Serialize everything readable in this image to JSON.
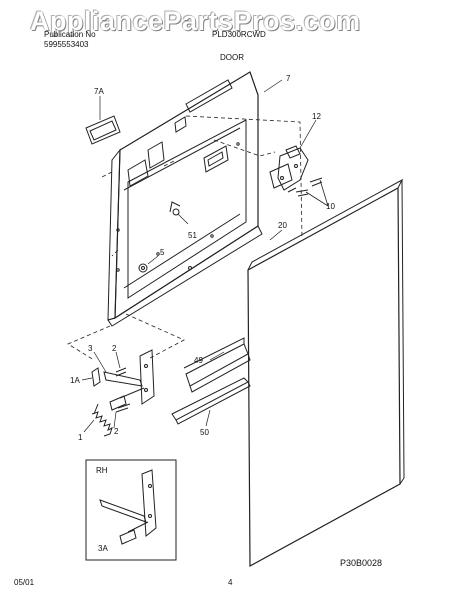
{
  "watermark": "AppliancePartsPros.com",
  "header": {
    "publication_label": "Publication No",
    "publication_number": "5995553403",
    "model": "PLD300RCWD",
    "section": "DOOR"
  },
  "callouts": {
    "p7": "7",
    "p7a": "7A",
    "p12": "12",
    "p10": "10",
    "p51": "51",
    "p20": "20",
    "p5": "5",
    "p49": "49",
    "p3": "3",
    "p2a": "2",
    "p1a": "1A",
    "p2b": "2",
    "p1": "1",
    "p50": "50",
    "inset_rh": "RH",
    "inset_3a": "3A"
  },
  "footer": {
    "date": "05/01",
    "page": "4",
    "diagram_code": "P30B0028"
  }
}
